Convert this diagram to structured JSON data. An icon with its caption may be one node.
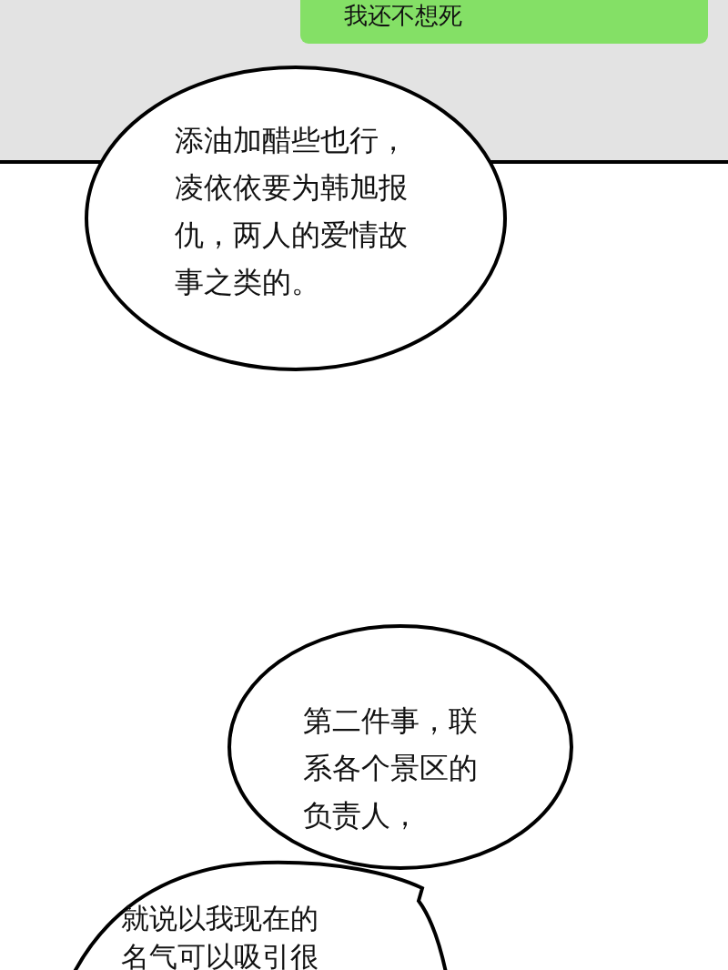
{
  "diagram": {
    "nodes": [
      {
        "text": [
          "我还不想死"
        ]
      },
      {
        "text": [
          "添油加醋些也行，凌依依要为韩旭报仇，两人的爱情故事之类的。"
        ]
      },
      {
        "text": [
          "第二件事，联系各个景区的负责人，"
        ]
      },
      {
        "text": [
          "就说以我现在的名气可以吸引很"
        ]
      }
    ]
  }
}
